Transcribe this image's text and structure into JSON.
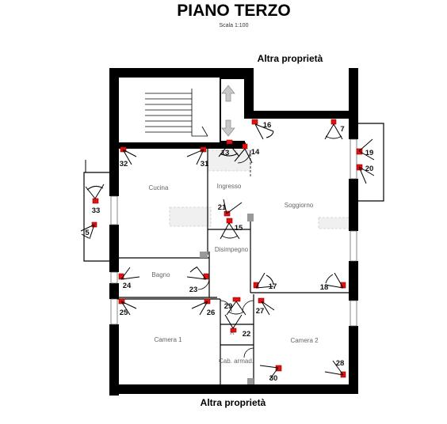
{
  "header": {
    "title": "PIANO TERZO",
    "scale": "Scala 1:100"
  },
  "neighbors": {
    "top": "Altra proprietà",
    "bottom": "Altra proprietà"
  },
  "rooms": {
    "cucina": "Cucina",
    "ingresso": "Ingresso",
    "soggiorno": "Soggiorno",
    "disimpegno": "Disimpegno",
    "bagno": "Bagno",
    "camera1": "Camera 1",
    "camera2": "Camera 2",
    "cab_armadio": "Cab. armad.",
    "ripostiglio": "R"
  },
  "markers": [
    "5",
    "7",
    "13",
    "14",
    "15",
    "16",
    "17",
    "18",
    "19",
    "20",
    "21",
    "22",
    "23",
    "24",
    "25",
    "26",
    "27",
    "28",
    "29",
    "30",
    "31",
    "32",
    "33"
  ],
  "colors": {
    "wall": "#000000",
    "marker": "#e3110f",
    "room_label": "#666666",
    "stair_arrow": "#c8c8c8"
  }
}
